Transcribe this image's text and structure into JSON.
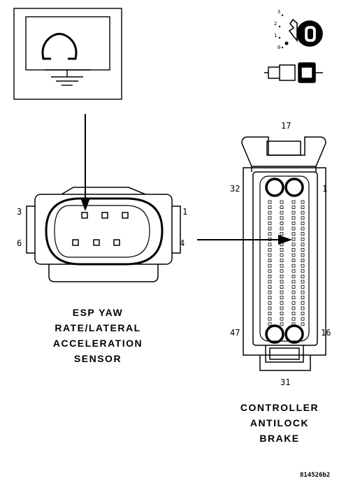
{
  "sensor": {
    "name_lines": [
      "ESP YAW",
      "RATE/LATERAL",
      "ACCELERATION",
      "SENSOR"
    ],
    "pin_labels": {
      "top_left": "3",
      "top_right": "1",
      "bottom_left": "6",
      "bottom_right": "4"
    }
  },
  "controller": {
    "name_lines": [
      "CONTROLLER",
      "ANTILOCK",
      "BRAKE"
    ],
    "pin_labels": {
      "top": "17",
      "top_left": "32",
      "top_right": "1",
      "bottom_left": "47",
      "bottom_right": "16",
      "bottom": "31"
    }
  },
  "ignition_key": {
    "positions": [
      "3",
      "2",
      "1",
      "0"
    ]
  },
  "figure_id": "814526b2"
}
